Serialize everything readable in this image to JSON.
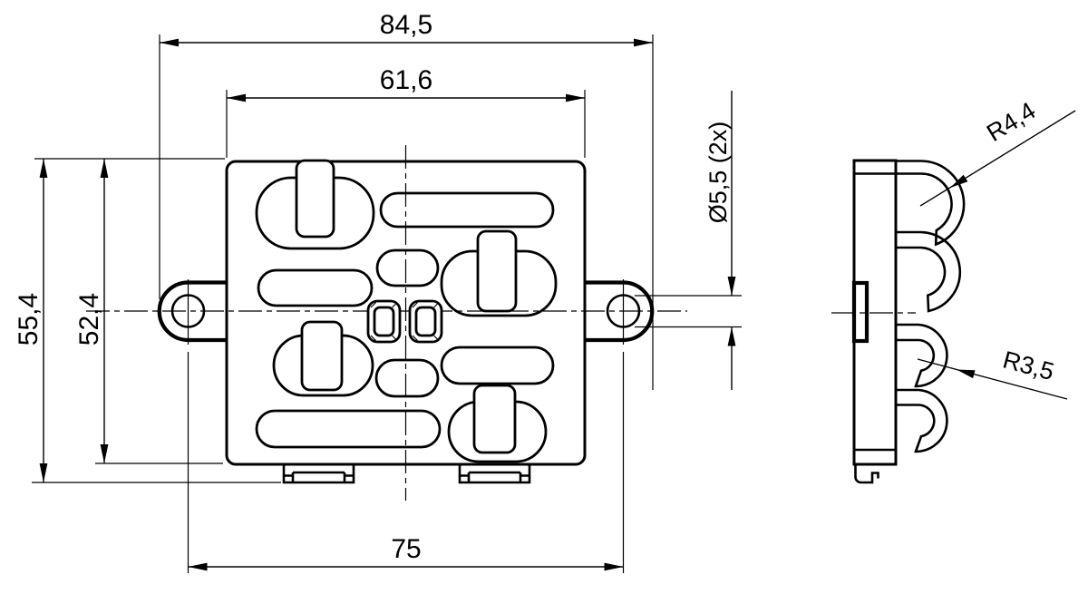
{
  "colors": {
    "ink": "#000000",
    "paper": "#ffffff"
  },
  "dimensions": {
    "overall_width": "84,5",
    "slot_field_width": "61,6",
    "overall_height": "55,4",
    "body_height": "52,4",
    "hole_spacing": "75",
    "hole_diameter": "Ø5,5 (2x)",
    "radius_large": "R4,4",
    "radius_small": "R3,5"
  }
}
